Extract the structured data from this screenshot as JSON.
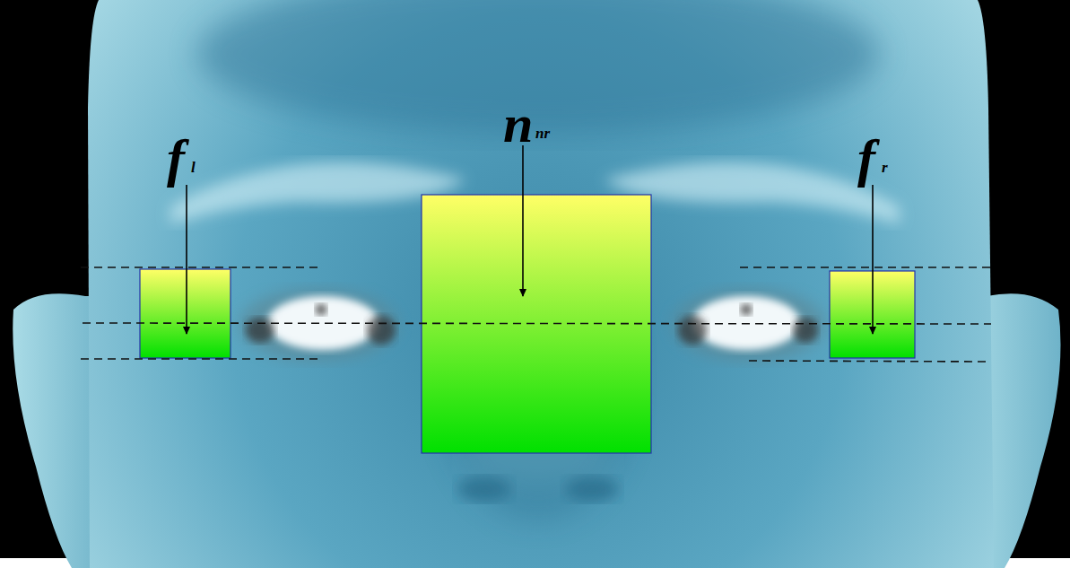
{
  "diagram": {
    "labels": [
      "f",
      "l",
      "n",
      "nr",
      "f",
      "r"
    ]
  }
}
